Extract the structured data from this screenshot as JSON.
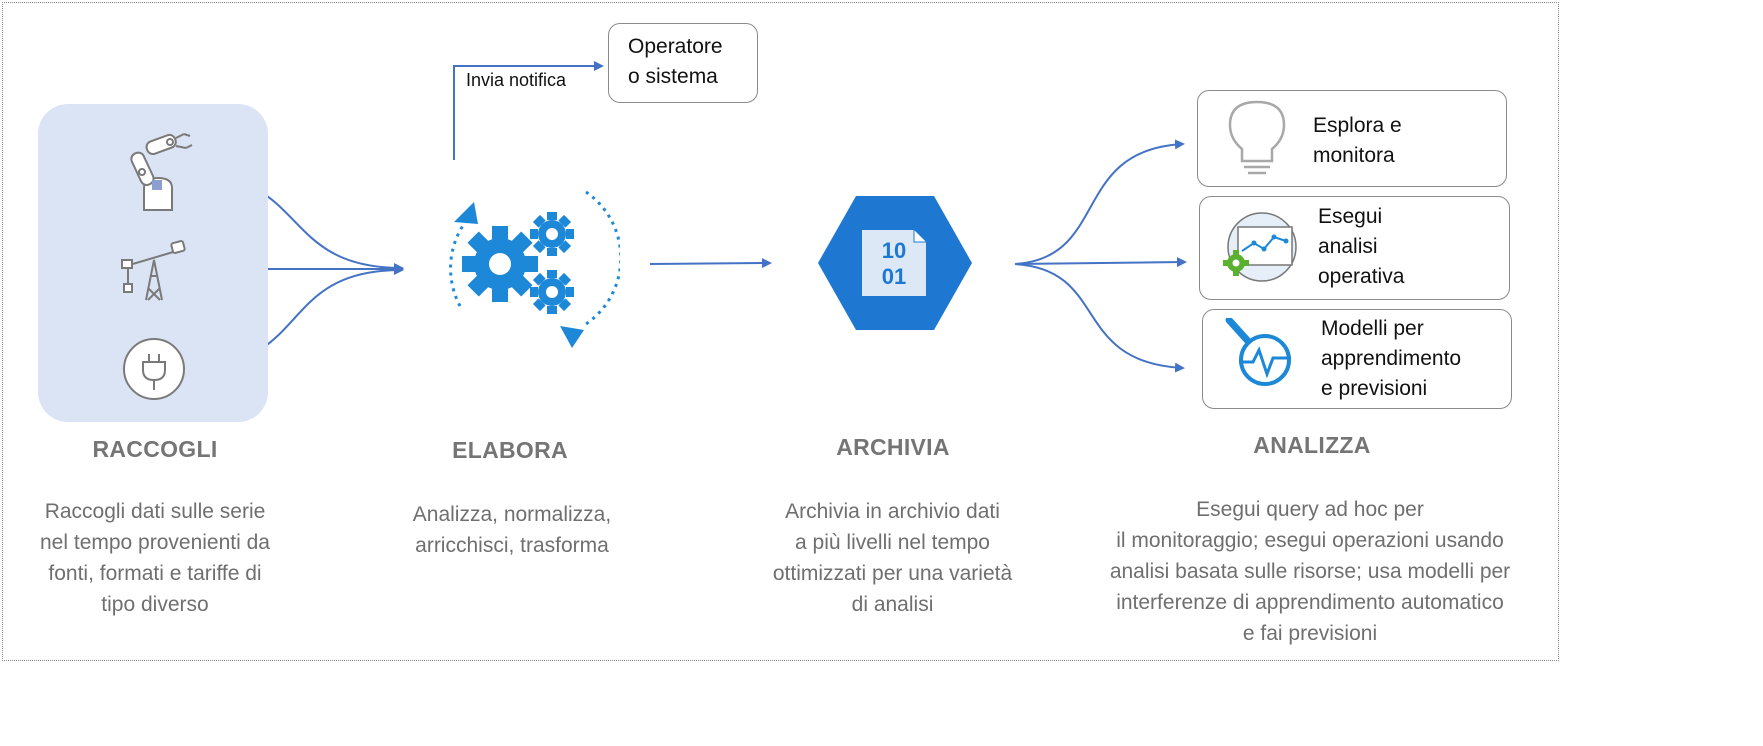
{
  "stages": {
    "collect": {
      "heading": "RACCOGLI",
      "desc": [
        "Raccogli dati sulle serie",
        "nel tempo provenienti da",
        "fonti, formati e tariffe di",
        "tipo diverso"
      ]
    },
    "process": {
      "heading": "ELABORA",
      "desc": [
        "Analizza, normalizza,",
        "arricchisci, trasforma"
      ]
    },
    "store": {
      "heading": "ARCHIVIA",
      "desc": [
        "Archivia in archivio dati",
        "a più livelli nel tempo",
        "ottimizzati per una varietà",
        "di analisi"
      ]
    },
    "analyze": {
      "heading": "ANALIZZA",
      "desc": [
        "Esegui query ad hoc per",
        "il monitoraggio; esegui operazioni usando",
        "analisi basata sulle risorse; usa modelli per",
        "interferenze di apprendimento automatico",
        "e fai previsioni"
      ]
    }
  },
  "notification": {
    "label": "Invia notifica",
    "target": [
      "Operatore",
      "o sistema"
    ]
  },
  "store_icon_text": [
    "10",
    "01"
  ],
  "outputs": [
    {
      "icon": "lightbulb-icon",
      "lines": [
        "Esplora e",
        "monitora"
      ]
    },
    {
      "icon": "dashboard-chart-icon",
      "lines": [
        "Esegui",
        "analisi",
        "operativa"
      ]
    },
    {
      "icon": "magnifier-pulse-icon",
      "lines": [
        "Modelli per",
        "apprendimento",
        "e previsioni"
      ]
    }
  ],
  "sources": [
    "robot-arm-icon",
    "oil-pump-icon",
    "power-plug-icon"
  ],
  "colors": {
    "arrow": "#4472c4",
    "accent": "#1e88d8",
    "collect_bg": "#dbe4f4",
    "heading": "#757575"
  }
}
